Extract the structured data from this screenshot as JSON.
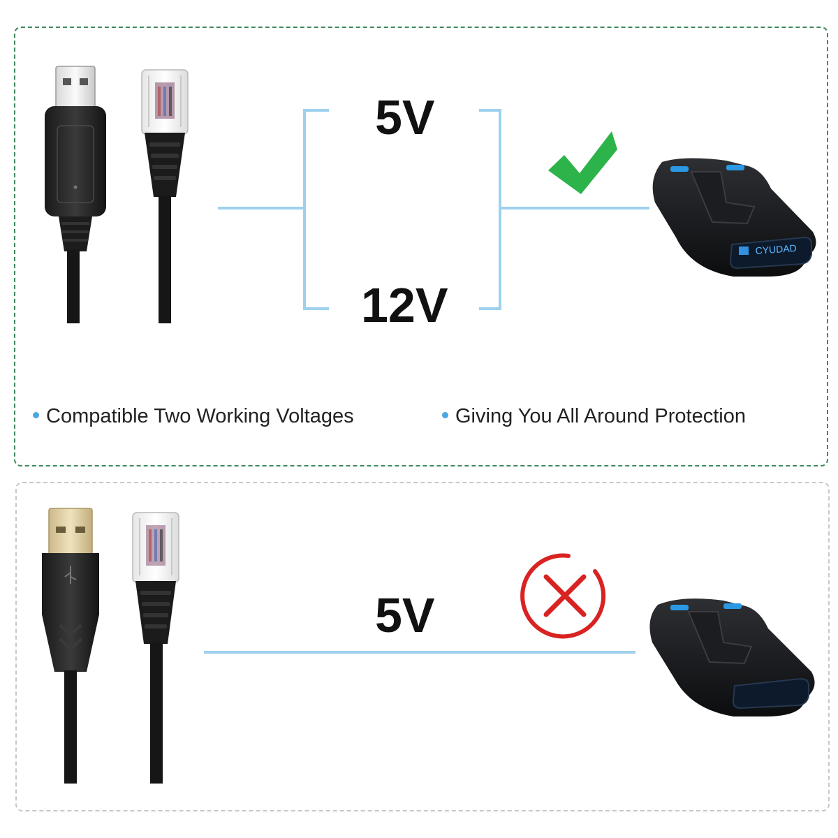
{
  "top_panel": {
    "voltage_high": "5V",
    "voltage_low": "12V",
    "status_icon": "checkmark-icon",
    "display_text": "CYUDAD",
    "features": [
      "Compatible Two Working Voltages",
      "Giving You All Around Protection"
    ]
  },
  "bottom_panel": {
    "voltage": "5V",
    "status_icon": "cross-circle-icon"
  },
  "colors": {
    "connector_line": "#9fd0ee",
    "check": "#2cb34a",
    "cross": "#d92323",
    "top_border": "#3f8a5a",
    "bottom_border": "#c8c8c8",
    "bullet": "#4aa7e0"
  }
}
